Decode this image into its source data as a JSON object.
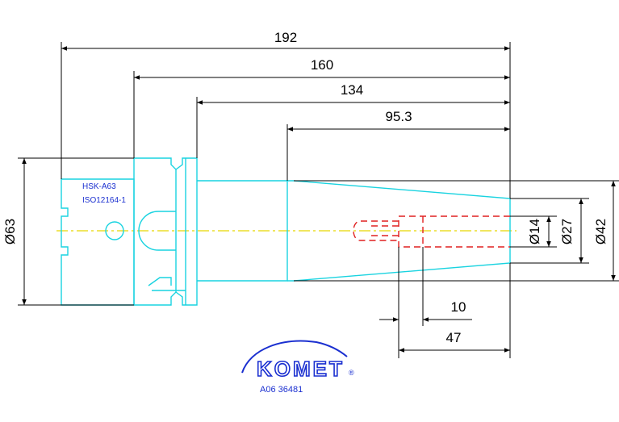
{
  "drawing": {
    "label_interface": "HSK-A63",
    "label_standard": "ISO12164-1",
    "logo_text": "KOMET",
    "part_code": "A06 36481",
    "colors": {
      "outline": "#19d3e0",
      "hidden": "#e02020",
      "centerline": "#e8d800",
      "logo": "#1a2fd0",
      "dimension": "#000000"
    }
  },
  "dimensions": {
    "overall_length": "192",
    "length_160": "160",
    "length_134": "134",
    "length_95": "95.3",
    "flange_dia": "Ø63",
    "bore_dia": "Ø14",
    "tip_dia": "Ø27",
    "body_dia": "Ø42",
    "depth_10": "10",
    "depth_47": "47"
  }
}
